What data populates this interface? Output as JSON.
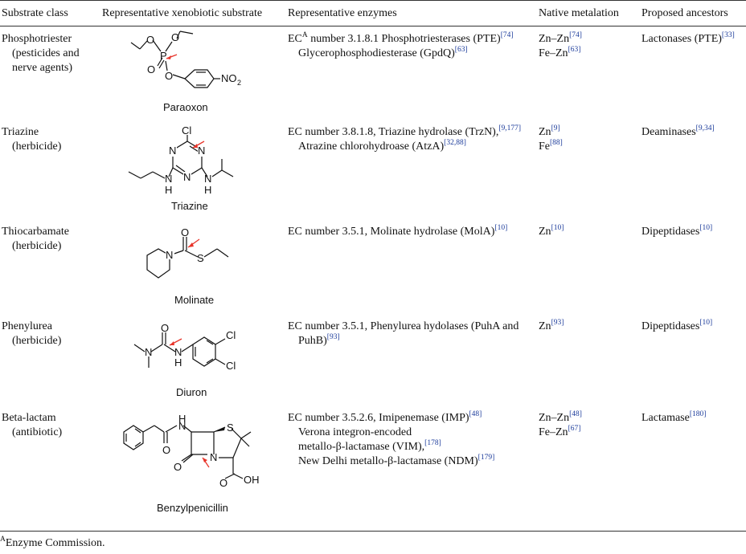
{
  "headers": {
    "substrate_class": "Substrate class",
    "representative_substrate": "Representative xenobiotic substrate",
    "representative_enzymes": "Representative enzymes",
    "native_metalation": "Native metalation",
    "proposed_ancestors": "Proposed ancestors"
  },
  "rows": [
    {
      "class_name": "Phosphotriester",
      "class_sub": "(pesticides and nerve agents)",
      "substrate": "Paraoxon",
      "enz_prefix": "EC",
      "enz_sup_a": "A",
      "enz_a": " number 3.1.8.1 Phosphotriesterases (PTE)",
      "enz_ref_a": "[74]",
      "enz_b": " Glycerophosphodiesterase (GpdQ)",
      "enz_ref_b": "[63]",
      "metal_1": "Zn–Zn",
      "metal_1_ref": "[74]",
      "metal_2": "Fe–Zn",
      "metal_2_ref": "[63]",
      "ancestor": "Lactonases (PTE)",
      "ancestor_ref": "[33]"
    },
    {
      "class_name": "Triazine",
      "class_sub": "(herbicide)",
      "substrate": "Triazine",
      "enz_a": "EC number 3.8.1.8, Triazine hydrolase (TrzN),",
      "enz_ref_a": "[9,177]",
      "enz_b": " Atrazine chlorohydroase (AtzA)",
      "enz_ref_b": "[32,88]",
      "metal_1": "Zn",
      "metal_1_ref": "[9]",
      "metal_2": "Fe",
      "metal_2_ref": "[88]",
      "ancestor": "Deaminases",
      "ancestor_ref": "[9,34]"
    },
    {
      "class_name": "Thiocarbamate",
      "class_sub": "(herbicide)",
      "substrate": "Molinate",
      "enz_a": "EC number 3.5.1, Molinate hydrolase (MolA)",
      "enz_ref_a": "[10]",
      "metal_1": "Zn",
      "metal_1_ref": "[10]",
      "ancestor": "Dipeptidases",
      "ancestor_ref": "[10]"
    },
    {
      "class_name": "Phenylurea",
      "class_sub": "(herbicide)",
      "substrate": "Diuron",
      "enz_a": "EC number 3.5.1, Phenylurea hydolases (PuhA and PuhB)",
      "enz_ref_a": "[93]",
      "metal_1": "Zn",
      "metal_1_ref": "[93]",
      "ancestor": "Dipeptidases",
      "ancestor_ref": "[10]"
    },
    {
      "class_name": "Beta-lactam",
      "class_sub": "(antibiotic)",
      "substrate": "Benzylpenicillin",
      "enz_a": "EC number 3.5.2.6, Imipenemase (IMP)",
      "enz_ref_a": "[48]",
      "enz_b": "Verona integron-encoded metallo-β-lactamase (VIM),",
      "enz_ref_b": "[178]",
      "enz_c": "New Delhi metallo-β-lactamase (NDM)",
      "enz_ref_c": "[179]",
      "metal_1": "Zn–Zn",
      "metal_1_ref": "[48]",
      "metal_2": "Fe–Zn",
      "metal_2_ref": "[67]",
      "ancestor": "Lactamase",
      "ancestor_ref": "[180]"
    }
  ],
  "atoms": {
    "O": "O",
    "P": "P",
    "N": "N",
    "S": "S",
    "H": "H",
    "Cl": "Cl",
    "NO2_main": "NO",
    "NO2_sub": "2",
    "OH": "OH"
  },
  "footnote": {
    "mark": "A",
    "text": "Enzyme Commission."
  },
  "colors": {
    "rule": "#333333",
    "cleavage_arrow": "#e8342a",
    "reference_link": "#1a3a9a"
  }
}
